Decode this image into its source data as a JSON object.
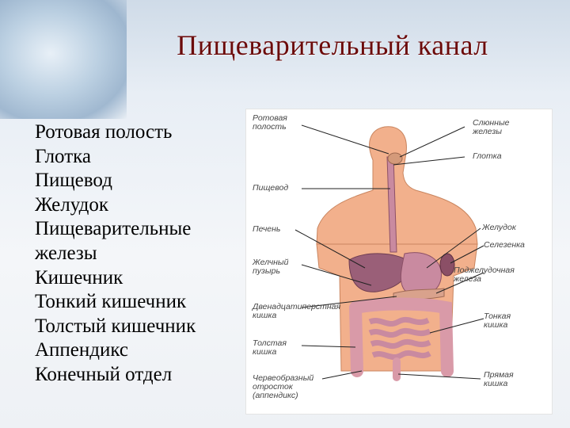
{
  "slide": {
    "title": "Пищеварительный канал",
    "list": [
      "Ротовая полость",
      "Глотка",
      "Пищевод",
      "Желудок",
      "Пищеварительные",
      "железы",
      "Кишечник",
      "Тонкий кишечник",
      "Толстый кишечник",
      "Аппендикс",
      "Конечный отдел"
    ]
  },
  "diagram": {
    "labels_left": {
      "mouth": "Ротовая\nполость",
      "esophagus": "Пищевод",
      "liver": "Печень",
      "gallbladder": "Желчный\nпузырь",
      "duodenum": "Двенадцатиперстная\nкишка",
      "colon": "Толстая\nкишка",
      "appendix": "Червеобразный\nотросток\n(аппендикс)"
    },
    "labels_right": {
      "salivary": "Слюнные\nжелезы",
      "pharynx": "Глотка",
      "stomach": "Желудок",
      "spleen": "Селезенка",
      "pancreas": "Поджелудочная\nжелеза",
      "small_intestine": "Тонкая\nкишка",
      "rectum": "Прямая\nкишка"
    },
    "colors": {
      "body": "#f2b08c",
      "organs": "#c98aa0",
      "liver": "#9a5f78",
      "intestine": "#d99aa8",
      "lines": "#222222"
    }
  }
}
